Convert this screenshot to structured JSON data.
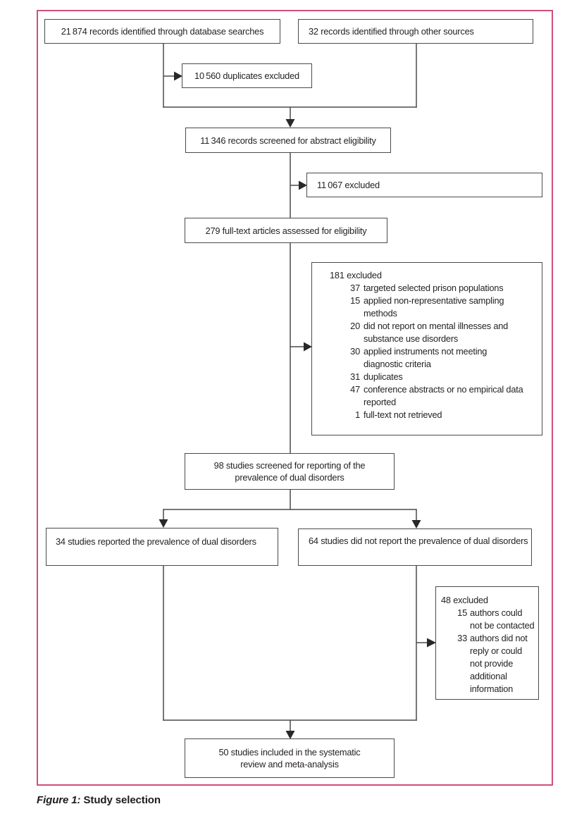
{
  "colors": {
    "frame_border": "#cf4f7e",
    "box_border": "#4a4a4c",
    "text": "#262224",
    "arrow": "#2b2728"
  },
  "flowchart": {
    "boxes": {
      "database_records": "21 874 records identified through database searches",
      "other_sources": "32 records identified through other sources",
      "duplicates_excluded": "10 560 duplicates excluded",
      "abstract_screened": "11 346 records screened for abstract eligibility",
      "abstract_excluded": "11 067 excluded",
      "fulltext_assessed": "279 full-text articles assessed for eligibility",
      "fulltext_excluded": {
        "title": "181 excluded",
        "items": [
          {
            "n": "37",
            "text": "targeted selected prison populations"
          },
          {
            "n": "15",
            "text": "applied non-representative sampling\nmethods"
          },
          {
            "n": "20",
            "text": "did not report on mental illnesses and\nsubstance use disorders"
          },
          {
            "n": "30",
            "text": "applied instruments not meeting\ndiagnostic criteria"
          },
          {
            "n": "31",
            "text": "duplicates"
          },
          {
            "n": "47",
            "text": "conference abstracts or no empirical data\nreported"
          },
          {
            "n": "1",
            "text": "full-text not retrieved"
          }
        ]
      },
      "prevalence_screened": "98 studies screened for reporting of the\nprevalence of dual disorders",
      "prevalence_reported": "34 studies reported the prevalence of dual disorders",
      "prevalence_not_reported": "64 studies did not report the prevalence of dual disorders",
      "authors_excluded": {
        "title": "48 excluded",
        "items": [
          {
            "n": "15",
            "text": "authors could\nnot be contacted"
          },
          {
            "n": "33",
            "text": "authors did not\nreply or could\nnot provide\nadditional\ninformation"
          }
        ]
      },
      "included": "50 studies included in the systematic\nreview and meta-analysis"
    }
  },
  "caption": {
    "label": "Figure 1:",
    "title": "Study selection"
  }
}
